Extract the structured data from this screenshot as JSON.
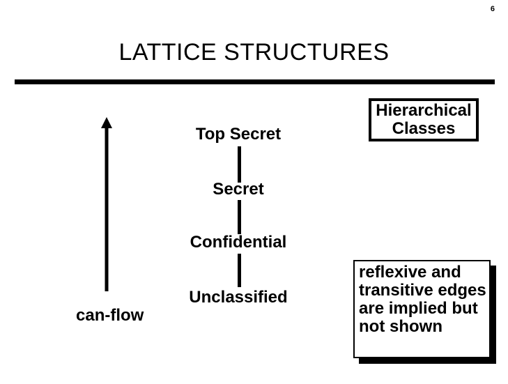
{
  "page": {
    "number": "6",
    "title": "LATTICE STRUCTURES"
  },
  "diagram": {
    "nodes": [
      "Top Secret",
      "Secret",
      "Confidential",
      "Unclassified"
    ],
    "arrow_label": "can-flow"
  },
  "callouts": {
    "hierarchical": "Hierarchical\nClasses",
    "note": "reflexive and\ntransitive edges\nare implied but\nnot shown"
  },
  "colors": {
    "foreground": "#000000",
    "background": "#ffffff"
  }
}
